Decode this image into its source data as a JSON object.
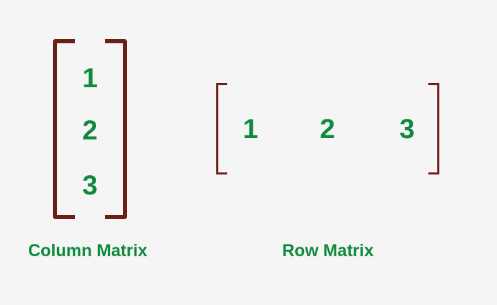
{
  "column_matrix": {
    "values": [
      "1",
      "2",
      "3"
    ],
    "label": "Column Matrix"
  },
  "row_matrix": {
    "values": [
      "1",
      "2",
      "3"
    ],
    "label": "Row Matrix"
  },
  "colors": {
    "bracket": "#6b1f17",
    "text": "#0f8a3c",
    "background": "#f5f5f5"
  }
}
